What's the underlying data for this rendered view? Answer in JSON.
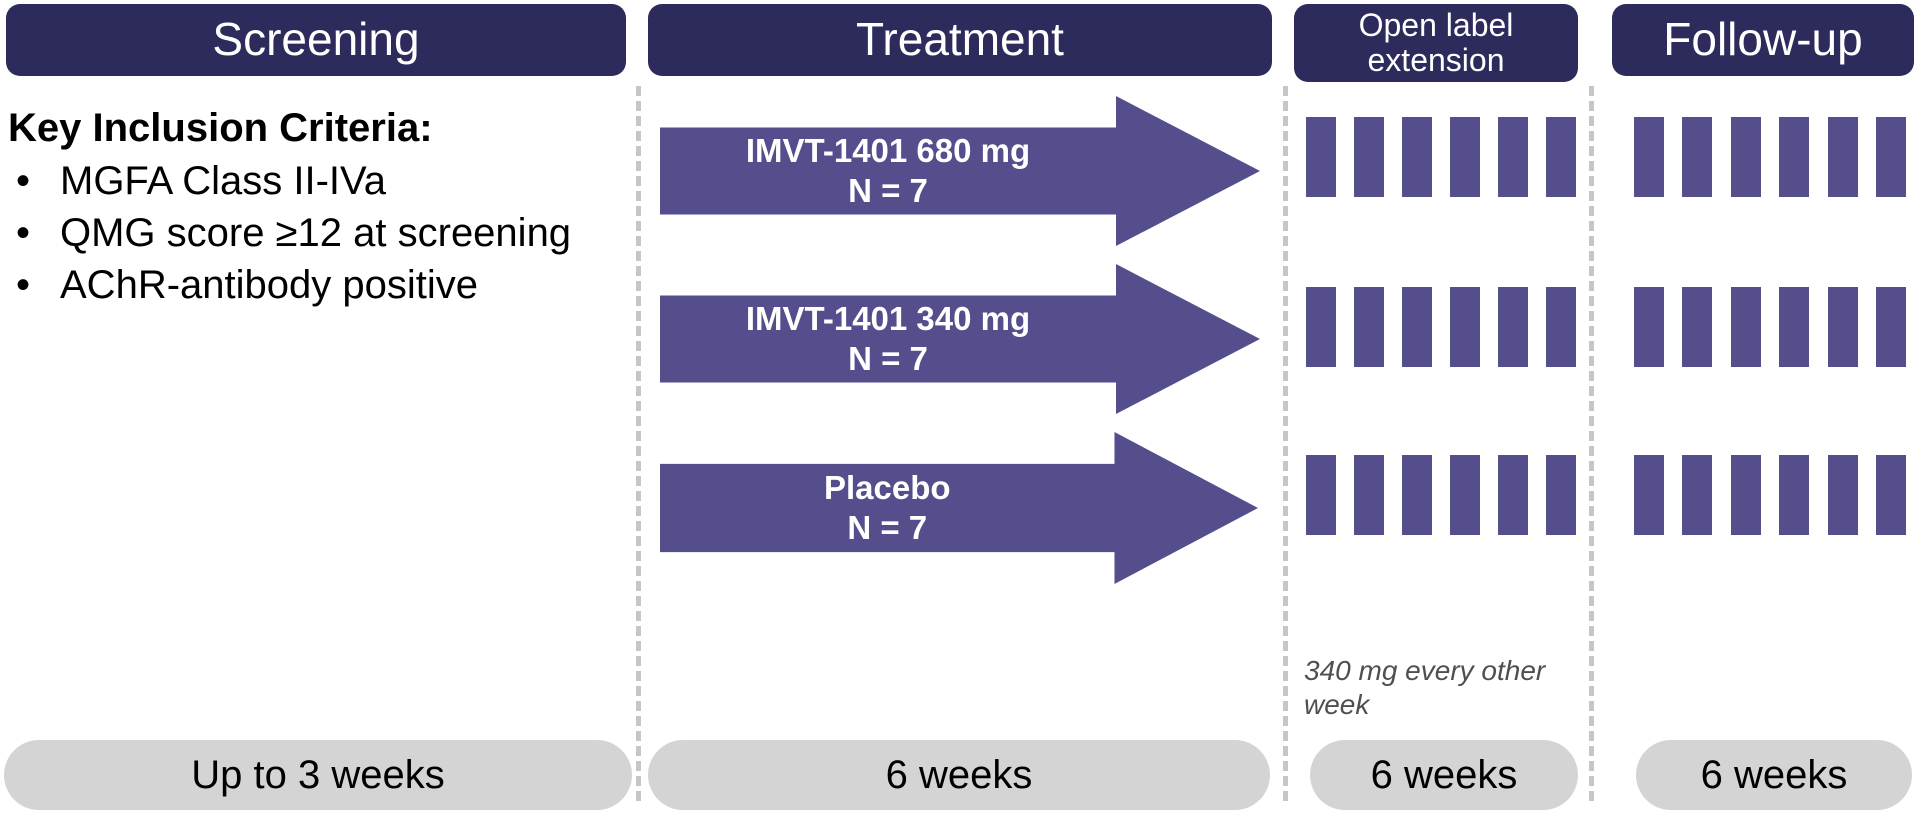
{
  "colors": {
    "header_navy": "#2d2a5c",
    "arrow_purple": "#544e8c",
    "pill_gray": "#d4d4d4",
    "divider_gray": "#c6c6c6",
    "note_gray": "#4f4f4f"
  },
  "phases": [
    {
      "id": "screening",
      "label": "Screening",
      "duration": "Up to 3 weeks"
    },
    {
      "id": "treatment",
      "label": "Treatment",
      "duration": "6 weeks"
    },
    {
      "id": "ole",
      "label": "Open label extension",
      "duration": "6 weeks"
    },
    {
      "id": "followup",
      "label": "Follow-up",
      "duration": "6 weeks"
    }
  ],
  "screening": {
    "criteria_title": "Key Inclusion Criteria:",
    "bullet_glyph": "•",
    "criteria": [
      "MGFA Class II-IVa",
      "QMG score ≥12 at screening",
      "AChR-antibody positive"
    ]
  },
  "treatment_arms": [
    {
      "id": "arm-680",
      "drug": "IMVT-1401 680 mg",
      "enrollment": "N = 7"
    },
    {
      "id": "arm-340",
      "drug": "IMVT-1401 340 mg",
      "enrollment": "N = 7"
    },
    {
      "id": "arm-placebo",
      "drug": "Placebo",
      "enrollment": "N = 7"
    }
  ],
  "dosing": {
    "bar_count": 6,
    "ole_note": "340 mg every other week"
  }
}
